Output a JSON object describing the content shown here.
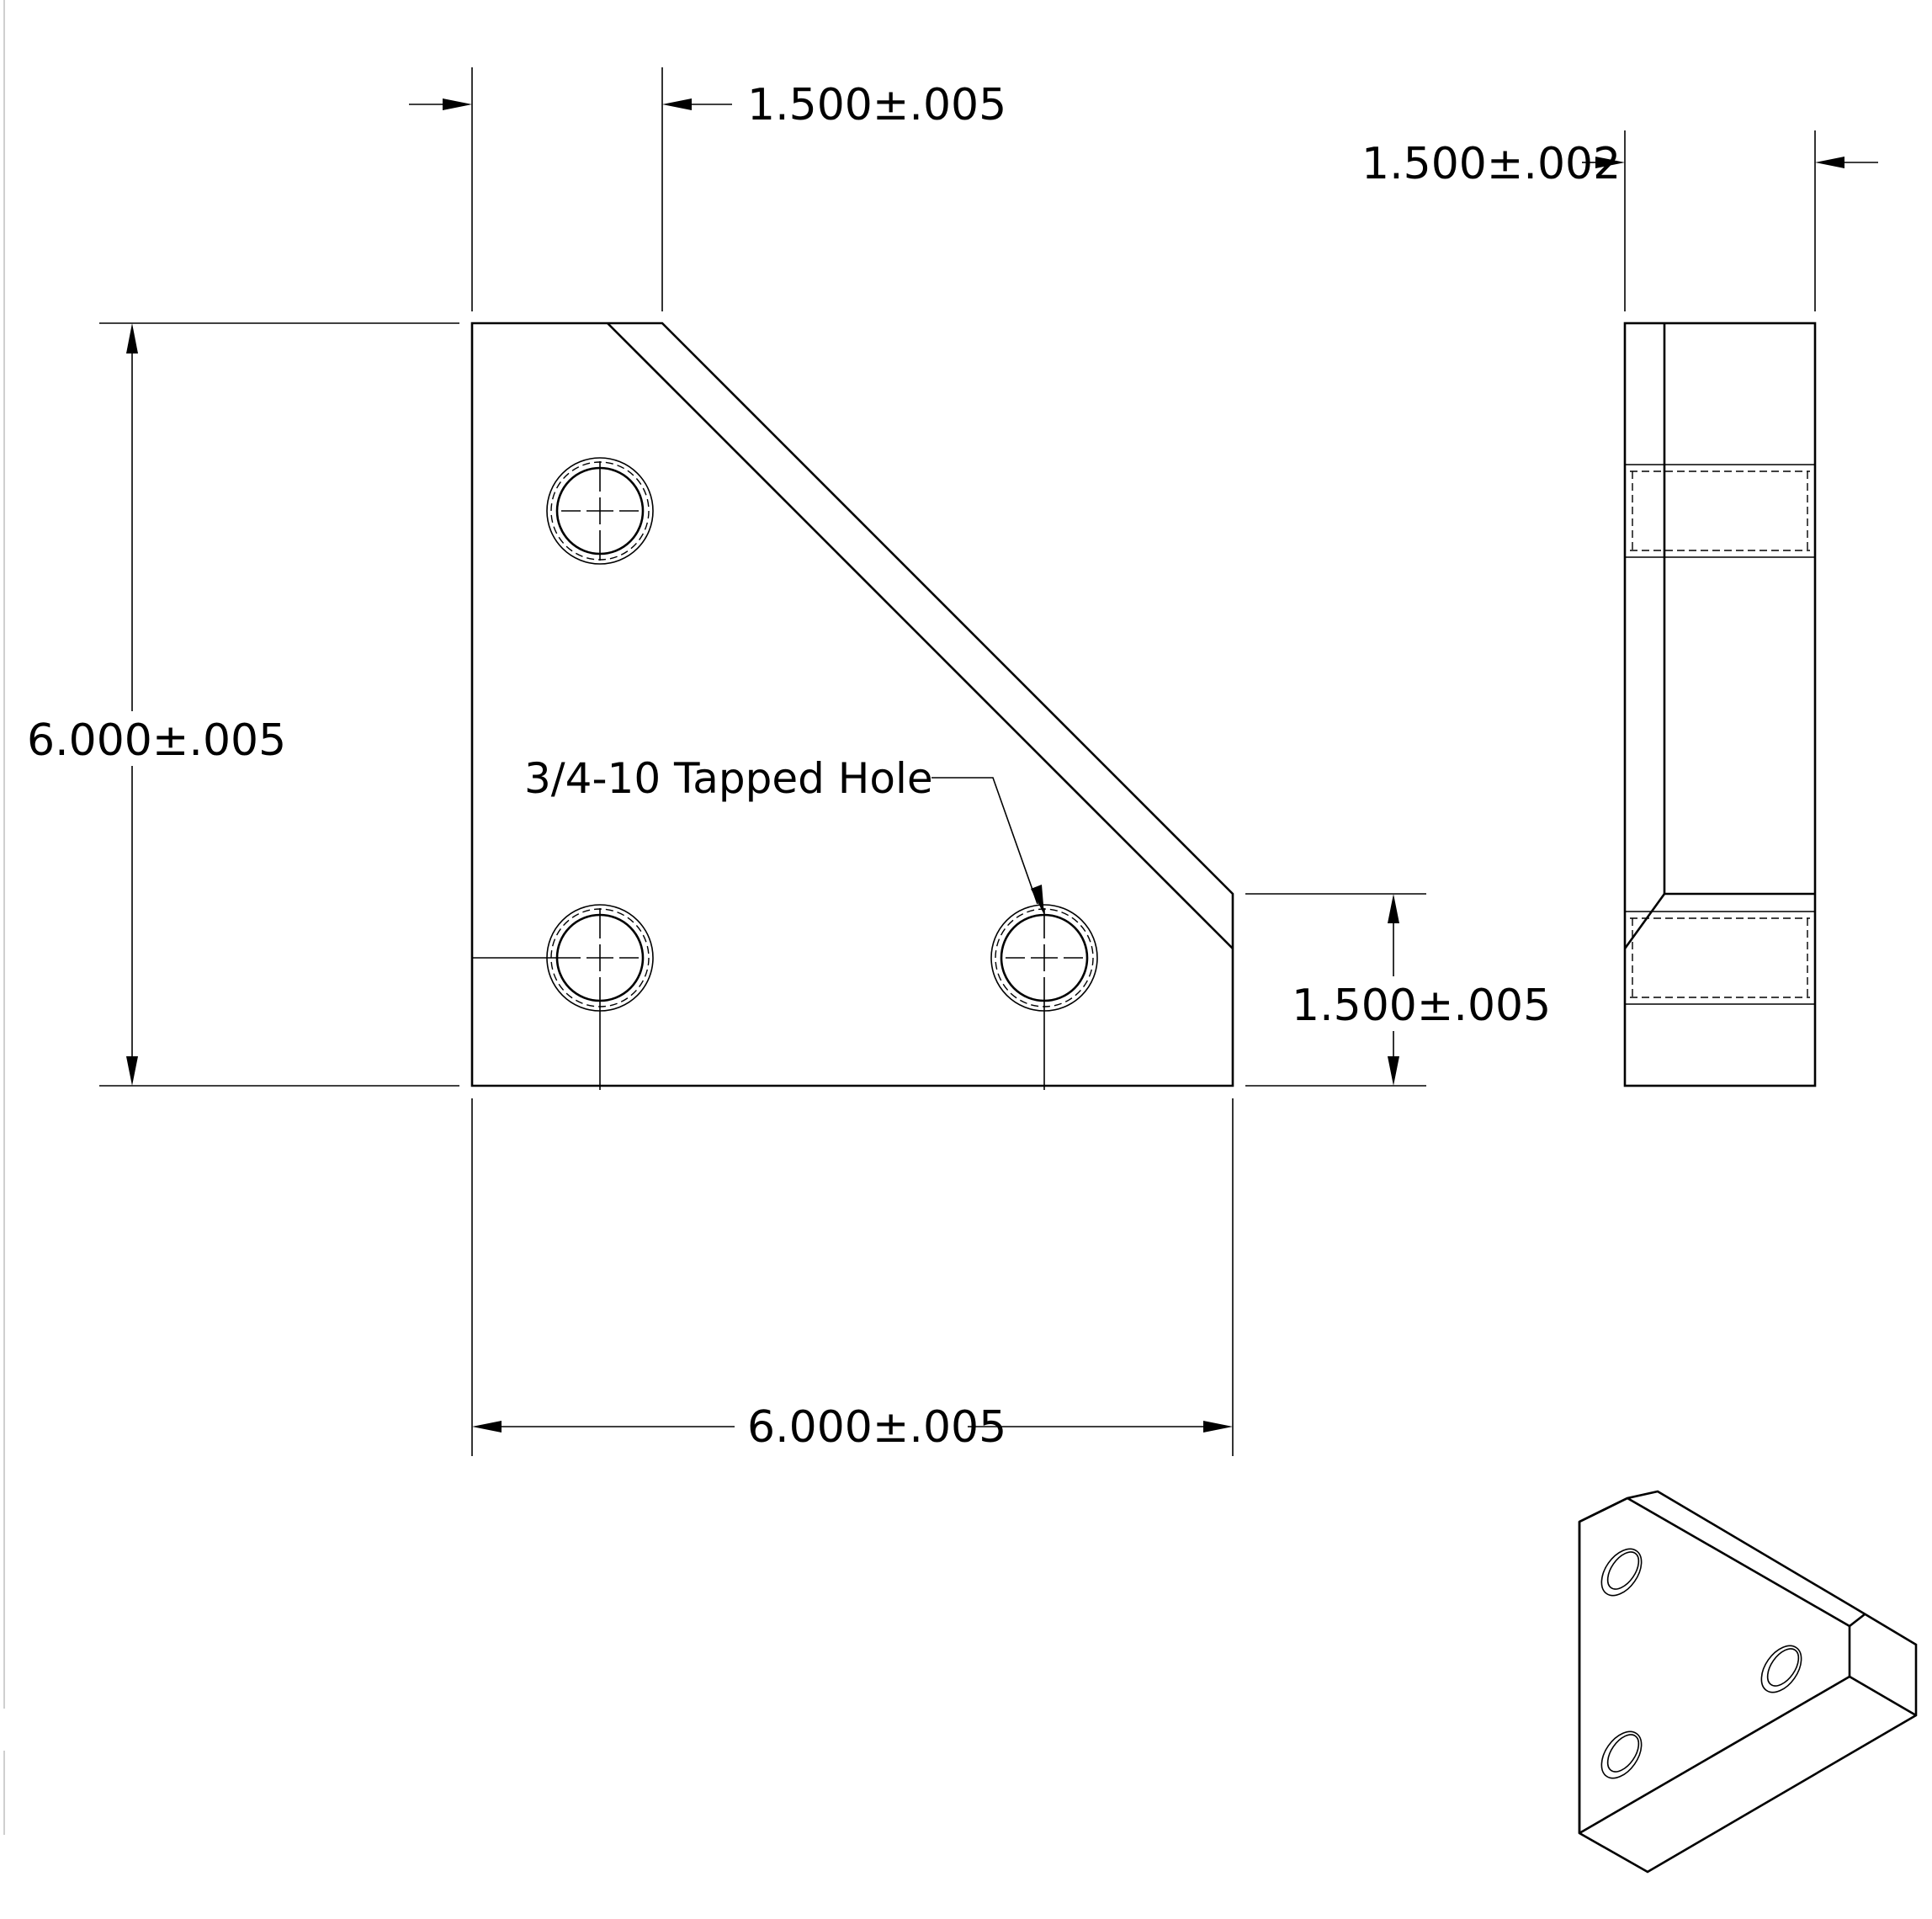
{
  "dimensions": {
    "top_chamfer_width": "1.500±.005",
    "side_thickness": "1.500±.002",
    "overall_height": "6.000±.005",
    "chamfer_height": "1.500±.005",
    "overall_width": "6.000±.005"
  },
  "callouts": {
    "tapped_hole": "3/4-10 Tapped Hole"
  }
}
